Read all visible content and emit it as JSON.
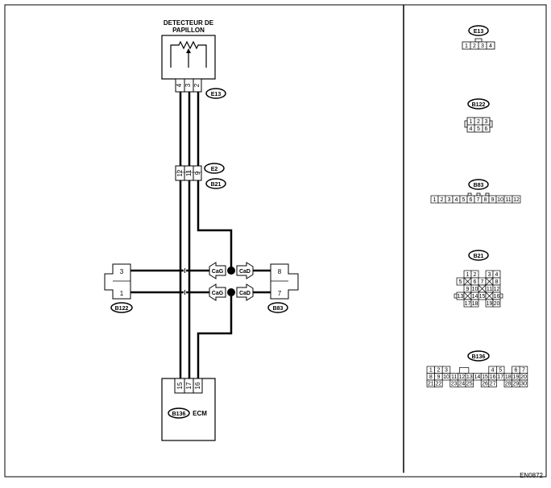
{
  "sensor": {
    "title_line1": "DETECTEUR DE",
    "title_line2": "PAPILLON"
  },
  "ecm": {
    "connector": "B136",
    "label": "ECM"
  },
  "figure_code": "EN0872",
  "main": {
    "e13": {
      "tag": "E13",
      "pins": [
        "4",
        "3",
        "2"
      ]
    },
    "e2b21": {
      "tag_top": "E2",
      "tag_bottom": "B21",
      "pins": [
        "12",
        "11",
        "9"
      ]
    },
    "b136": {
      "pins": [
        "15",
        "17",
        "16"
      ]
    },
    "b122": {
      "tag": "B122",
      "pins": [
        "3",
        "1"
      ]
    },
    "b83": {
      "tag": "B83",
      "pins": [
        "8",
        "7"
      ]
    },
    "cag_label": "CaG",
    "cad_label": "CaD"
  },
  "views": {
    "e13": {
      "tag": "E13",
      "pins": [
        "1",
        "2",
        "3",
        "4"
      ]
    },
    "b122": {
      "tag": "B122",
      "row1": [
        "1",
        "2",
        "3"
      ],
      "row2": [
        "4",
        "5",
        "6"
      ]
    },
    "b83": {
      "tag": "B83",
      "pins": [
        "1",
        "2",
        "3",
        "4",
        "5",
        "6",
        "7",
        "8",
        "9",
        "10",
        "11",
        "12"
      ]
    },
    "b21": {
      "tag": "B21",
      "row1": [
        "1",
        "2",
        "3",
        "4"
      ],
      "row2": [
        "5",
        "6",
        "7",
        "8"
      ],
      "row3": [
        "9",
        "10",
        "11",
        "12"
      ],
      "row4": [
        "13",
        "14",
        "15",
        "16"
      ],
      "row5": [
        "17",
        "18",
        "19",
        "20"
      ]
    },
    "b136": {
      "tag": "B136",
      "row1": [
        "1",
        "2",
        "3",
        "4",
        "5",
        "6",
        "7"
      ],
      "row2": [
        "8",
        "9",
        "10",
        "11",
        "12",
        "13",
        "14",
        "15",
        "16",
        "17",
        "18",
        "19",
        "20"
      ],
      "row3": [
        "21",
        "22",
        "23",
        "24",
        "25",
        "26",
        "27",
        "28",
        "29",
        "30"
      ]
    }
  }
}
